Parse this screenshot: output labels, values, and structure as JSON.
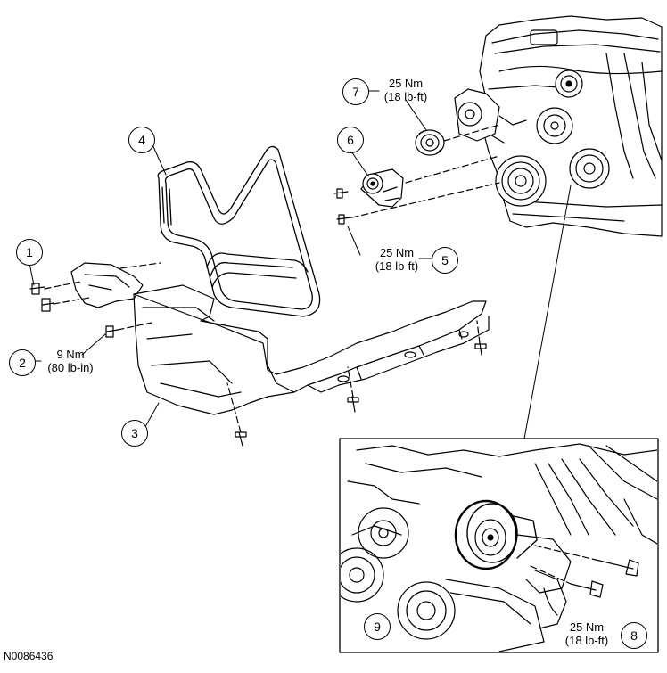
{
  "callouts": [
    "1",
    "2",
    "3",
    "4",
    "5",
    "6",
    "7",
    "8",
    "9"
  ],
  "torque": {
    "t7": {
      "nm": "25 Nm",
      "lbft": "(18 lb-ft)"
    },
    "t5": {
      "nm": "25 Nm",
      "lbft": "(18 lb-ft)"
    },
    "t2": {
      "nm": "9 Nm",
      "lbft": "(80 lb-in)"
    },
    "t8": {
      "nm": "25 Nm",
      "lbft": "(18 lb-ft)"
    }
  },
  "figure_id": "N0086436"
}
